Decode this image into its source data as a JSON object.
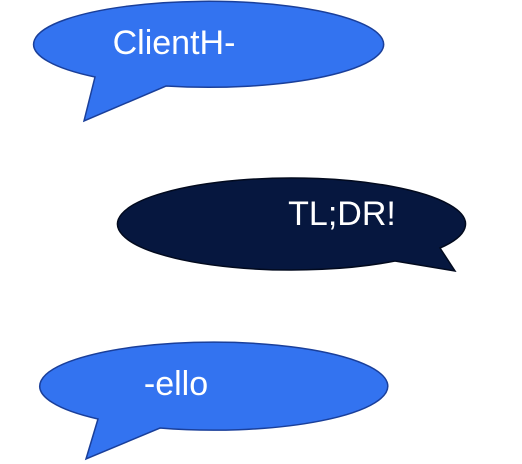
{
  "bubbles": [
    {
      "text": "ClientH-",
      "fill": "#3373f0",
      "stroke": "#1a3f9a"
    },
    {
      "text": "TL;DR!",
      "fill": "#06173f",
      "stroke": "#020a1e"
    },
    {
      "text": "-ello",
      "fill": "#3373f0",
      "stroke": "#1a3f9a"
    }
  ]
}
